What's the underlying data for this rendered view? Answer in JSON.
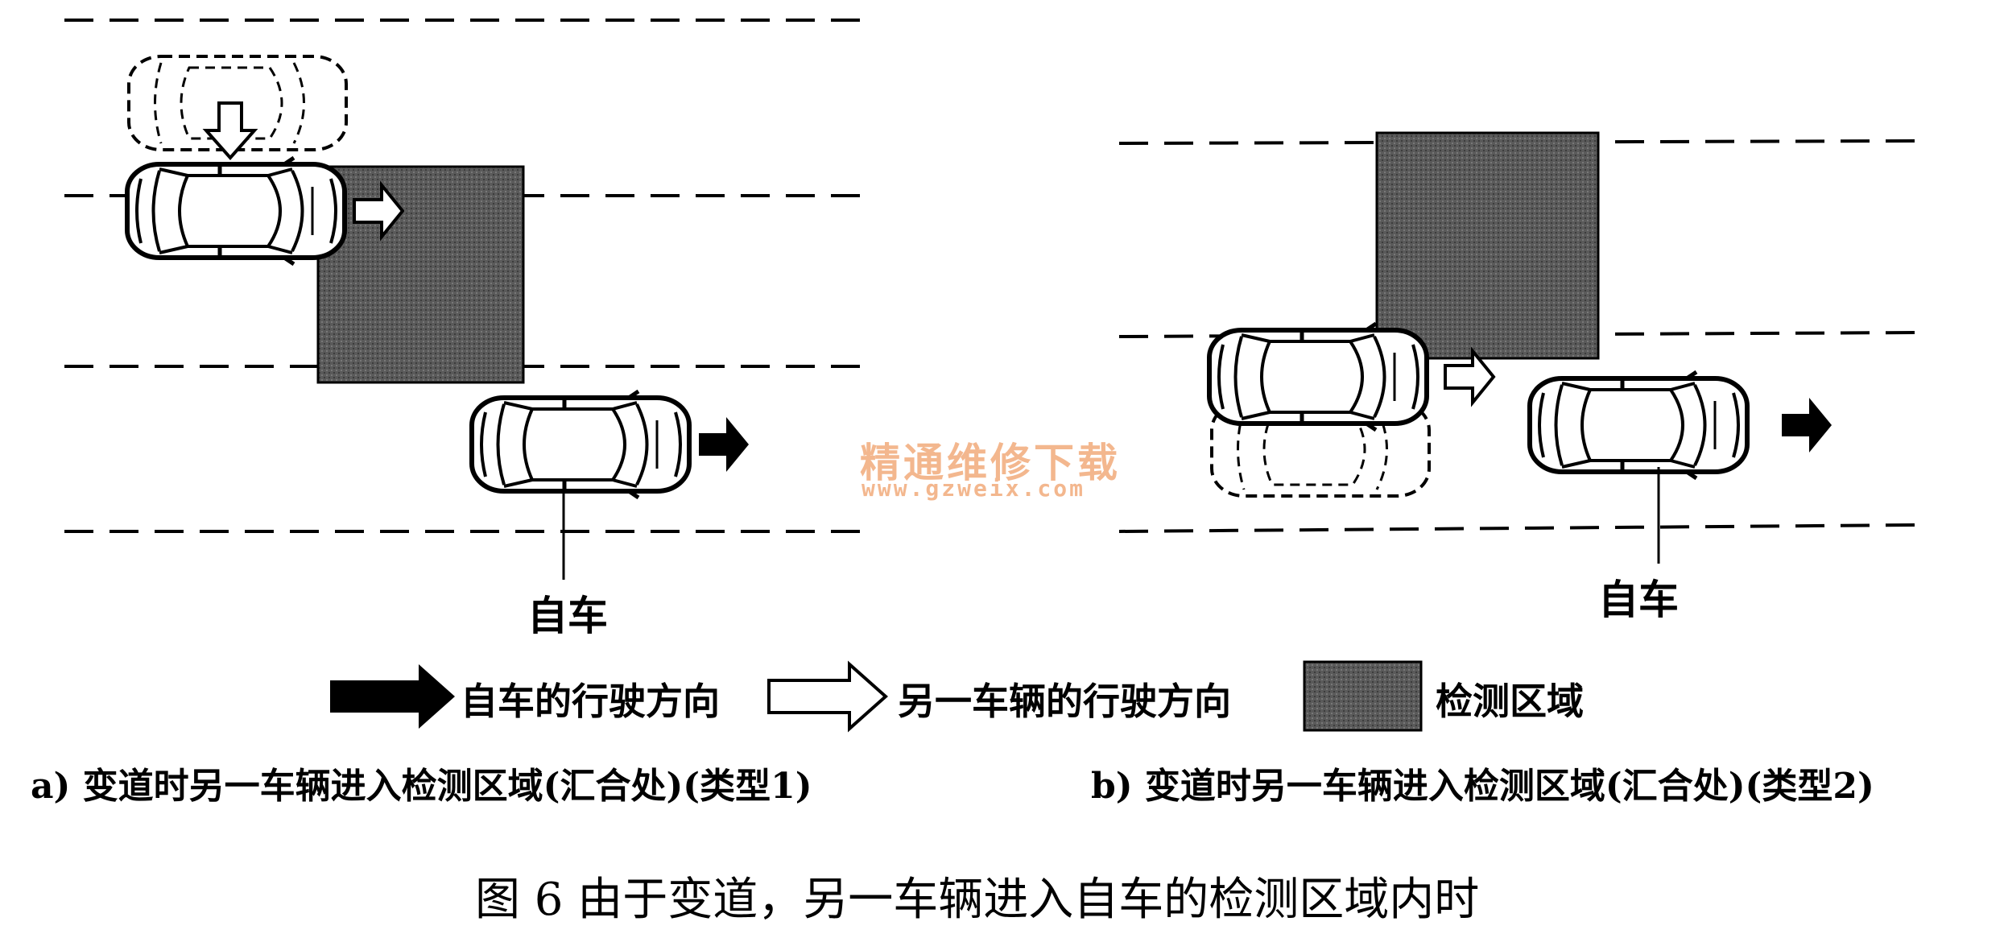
{
  "panel_a": {
    "ego_label": "自车",
    "caption": "a) 变道时另一车辆进入检测区域(汇合处)(类型1)"
  },
  "panel_b": {
    "ego_label": "自车",
    "caption": "b) 变道时另一车辆进入检测区域(汇合处)(类型2)"
  },
  "legend": {
    "ego_direction": "自车的行驶方向",
    "other_direction": "另一车辆的行驶方向",
    "detection_area": "检测区域"
  },
  "figure_caption": "图 6  由于变道，另一车辆进入自车的检测区域内时",
  "watermark": {
    "text": "精通维修下载",
    "url": "www.gzweix.com"
  },
  "colors": {
    "detection_fill": "#555555",
    "watermark": "#f3b78e",
    "ink": "#000000"
  }
}
